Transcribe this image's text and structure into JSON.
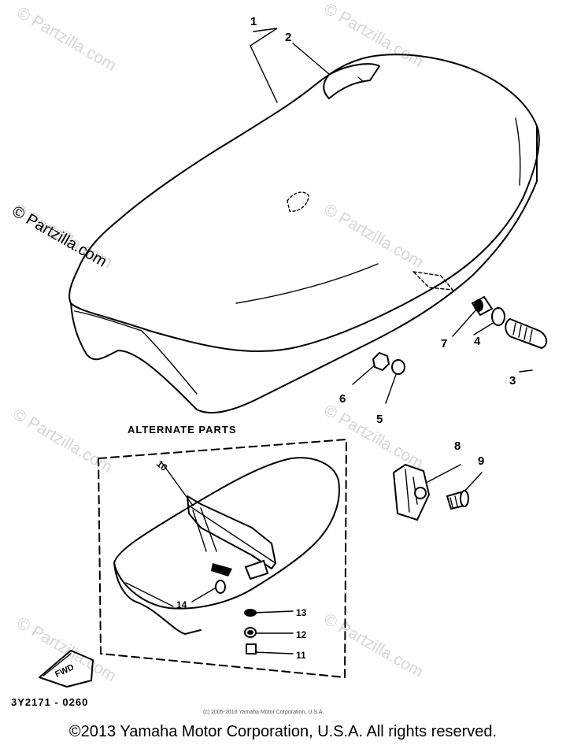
{
  "watermark": "© Partzilla.com",
  "callouts": {
    "p1": "1",
    "p2": "2",
    "p3": "3",
    "p4": "4",
    "p5": "5",
    "p6": "6",
    "p7": "7",
    "p8": "8",
    "p9": "9",
    "p10": "10",
    "p11": "11",
    "p12": "12",
    "p13": "13",
    "p14": "14"
  },
  "alternate_title": "ALTERNATE PARTS",
  "fwd_label": "FWD",
  "part_code": "3Y2171 - 0260",
  "small_copyright": "(c) 2005-2016 Yamaha Motor Corporation, U.S.A.",
  "copyright": "©2013 Yamaha Motor Corporation, U.S.A. All rights reserved."
}
